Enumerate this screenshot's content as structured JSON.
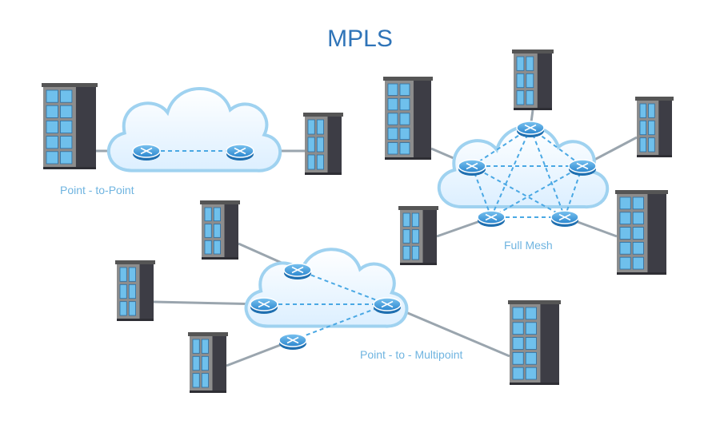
{
  "title": "MPLS",
  "labels": {
    "point_to_point": "Point - to-Point",
    "full_mesh": "Full Mesh",
    "point_to_multipoint": "Point - to - Multipoint"
  },
  "colors": {
    "title": "#2f74b8",
    "label": "#6fb4e0",
    "cloud_fill": "#e7f4fc",
    "cloud_stroke": "#9fd2f0",
    "router": "#3d9be0",
    "link": "#9aa5ae",
    "mesh_link": "#4aa8e4",
    "window": "#6fc0ec",
    "building": "#8d8d8d"
  }
}
